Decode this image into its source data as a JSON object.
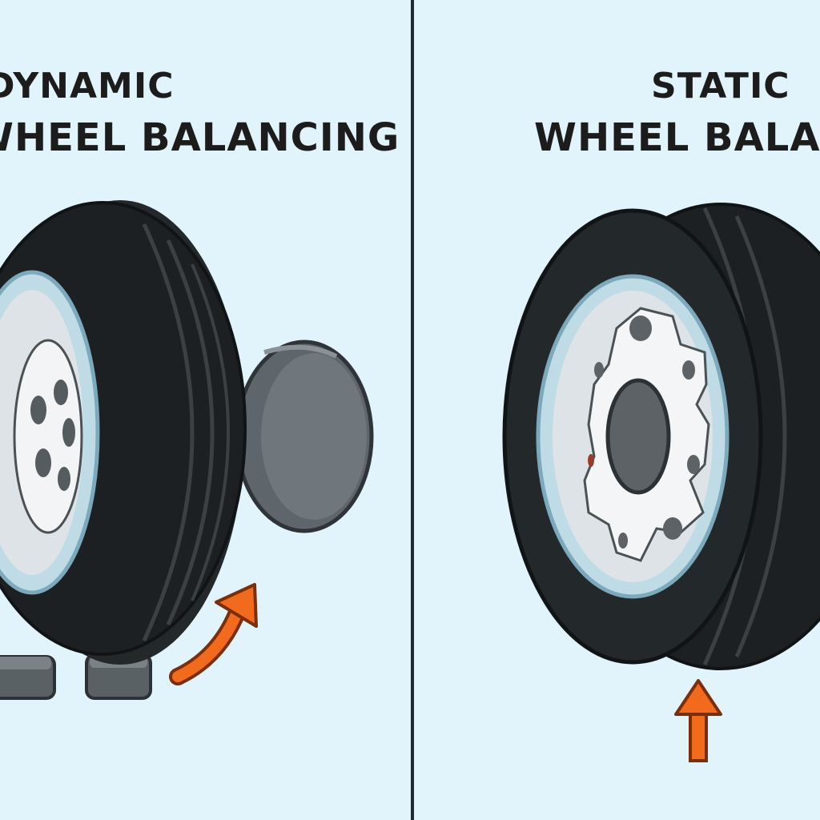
{
  "panels": {
    "left": {
      "title_line1": "DYNAMIC",
      "title_line2": "WHEEL BALANCING"
    },
    "right": {
      "title_line1": "STATIC",
      "title_line2": "WHEEL BALANCING"
    }
  },
  "colors": {
    "background": "#e2f4fb",
    "divider": "#1f2a33",
    "tire": "#1f2326",
    "rim_outer": "#b8d6e2",
    "rim_face": "#d9e0e4",
    "hub_gray": "#5c6266",
    "arrow": "#f26b1d"
  },
  "icons": {
    "left_arrow": "curved-arrow-icon",
    "right_arrow": "up-arrow-icon"
  }
}
